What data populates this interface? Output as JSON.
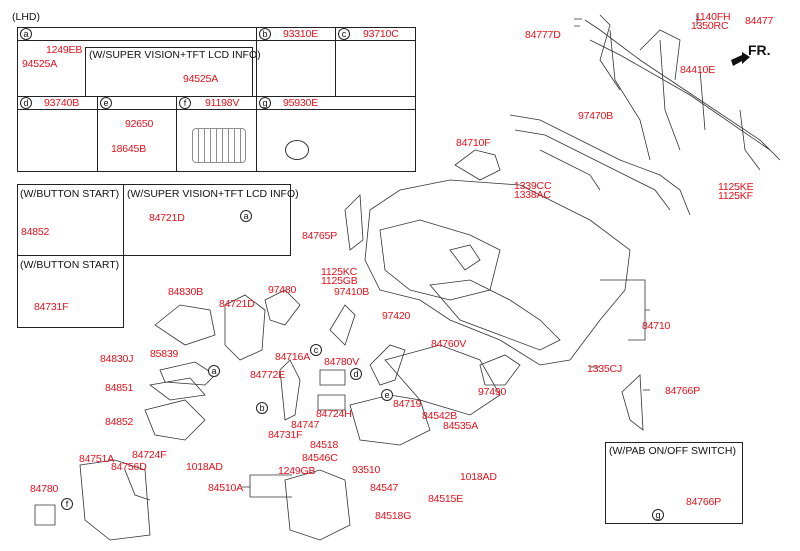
{
  "title": "(LHD)",
  "direction_label": "FR.",
  "inset_table": {
    "row1": [
      {
        "key": "a",
        "part": ""
      },
      {
        "key": "b",
        "part": "93310E"
      },
      {
        "key": "c",
        "part": "93710C"
      }
    ],
    "row2": [
      {
        "key": "d",
        "part": "93740B"
      },
      {
        "key": "e",
        "part": ""
      },
      {
        "key": "f",
        "part": "91198V"
      },
      {
        "key": "g",
        "part": "95930E"
      }
    ],
    "a_parts": [
      "1249EB",
      "94525A"
    ],
    "a_sub_title": "(W/SUPER VISION+TFT LCD INFO)",
    "a_sub_part": "94525A",
    "e_parts": [
      "92650",
      "18645B"
    ]
  },
  "variant_boxes": {
    "button_start_1": {
      "title": "(W/BUTTON START)",
      "part": "84852"
    },
    "super_vision": {
      "title": "(W/SUPER VISION+TFT LCD INFO)",
      "part": "84721D",
      "ref": "a"
    },
    "button_start_2": {
      "title": "(W/BUTTON START)",
      "part": "84731F"
    },
    "pab_switch": {
      "title": "(W/PAB ON/OFF SWITCH)",
      "part": "84766P",
      "ref": "g"
    }
  },
  "parts": {
    "p84777D": "84777D",
    "p1140FH": "1140FH",
    "p1350RC": "1350RC",
    "p84477": "84477",
    "p84410E": "84410E",
    "p97470B": "97470B",
    "p84710F": "84710F",
    "p1339CC": "1339CC",
    "p1338AC": "1338AC",
    "p1125KE": "1125KE",
    "p1125KF": "1125KF",
    "p84765P": "84765P",
    "p1125KC": "1125KC",
    "p1125GB": "1125GB",
    "p97410B": "97410B",
    "p84710": "84710",
    "p1335CJ": "1335CJ",
    "p84766P": "84766P",
    "p84830B": "84830B",
    "p84721D": "84721D",
    "p97480": "97480",
    "p84830J": "84830J",
    "p85839": "85839",
    "p84716A": "84716A",
    "p84780V": "84780V",
    "p97420": "97420",
    "p84760V": "84760V",
    "p84851": "84851",
    "p84772E": "84772E",
    "p97490": "97490",
    "p84852": "84852",
    "p84747": "84747",
    "p84724H": "84724H",
    "p84731F": "84731F",
    "p84719": "84719",
    "p84542B": "84542B",
    "p84535A": "84535A",
    "p84518": "84518",
    "p84546C": "84546C",
    "p93510": "93510",
    "p84547": "84547",
    "p1018AD_r": "1018AD",
    "p84515E": "84515E",
    "p84751A": "84751A",
    "p84724F": "84724F",
    "p84756D": "84756D",
    "p1018AD_l": "1018AD",
    "p84780": "84780",
    "p1249GB": "1249GB",
    "p84510A": "84510A",
    "p84518G": "84518G"
  },
  "callouts": {
    "a": "a",
    "b": "b",
    "c": "c",
    "d": "d",
    "e": "e",
    "f": "f",
    "g": "g"
  }
}
